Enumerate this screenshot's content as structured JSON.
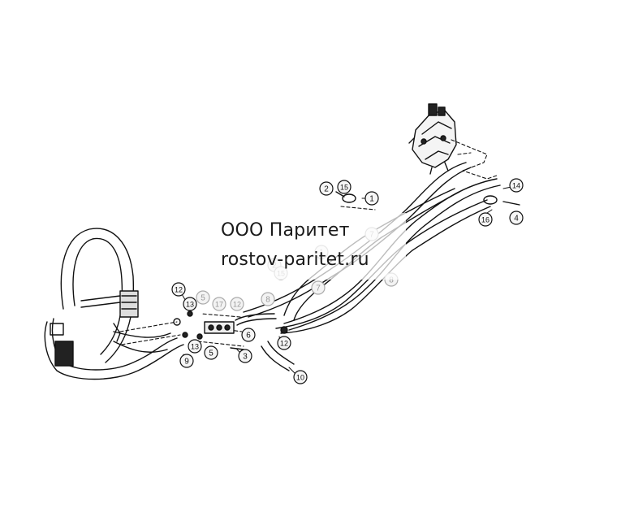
{
  "watermark": {
    "company": "ООО Паритет",
    "site": "rostov-paritet.ru"
  },
  "callouts": [
    {
      "id": "c-2a",
      "label": "2"
    },
    {
      "id": "c-15",
      "label": "15"
    },
    {
      "id": "c-1a",
      "label": "1"
    },
    {
      "id": "c-14",
      "label": "14"
    },
    {
      "id": "c-16",
      "label": "16"
    },
    {
      "id": "c-4",
      "label": "4"
    },
    {
      "id": "c-7a",
      "label": "7"
    },
    {
      "id": "c-1b",
      "label": "1"
    },
    {
      "id": "c-2b",
      "label": "2"
    },
    {
      "id": "c-15b",
      "label": "15"
    },
    {
      "id": "c-7b",
      "label": "7"
    },
    {
      "id": "c-8a",
      "label": "8"
    },
    {
      "id": "c-8b",
      "label": "8"
    },
    {
      "id": "c-12a",
      "label": "12"
    },
    {
      "id": "c-5a",
      "label": "5"
    },
    {
      "id": "c-13a",
      "label": "13"
    },
    {
      "id": "c-17",
      "label": "17"
    },
    {
      "id": "c-12b",
      "label": "12"
    },
    {
      "id": "c-6",
      "label": "6"
    },
    {
      "id": "c-13b",
      "label": "13"
    },
    {
      "id": "c-5b",
      "label": "5"
    },
    {
      "id": "c-9",
      "label": "9"
    },
    {
      "id": "c-3",
      "label": "3"
    },
    {
      "id": "c-12c",
      "label": "12"
    },
    {
      "id": "c-10",
      "label": "10"
    }
  ]
}
